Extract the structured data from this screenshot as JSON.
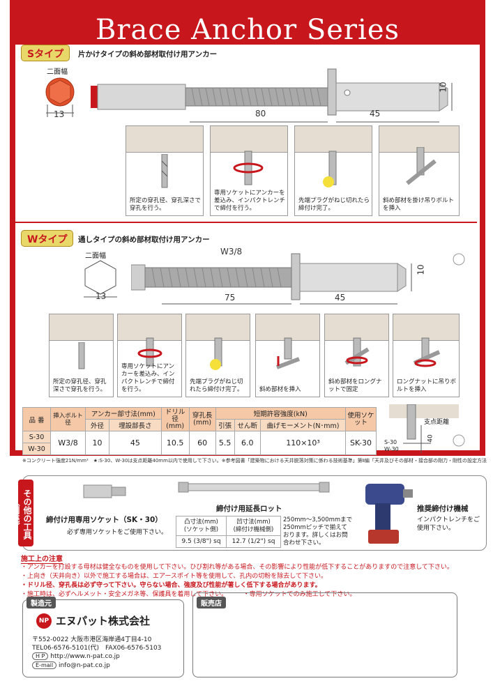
{
  "header": {
    "title": "Brace Anchor Series"
  },
  "s_type": {
    "tag": "Sタイプ",
    "subtitle": "片かけタイプの斜め部材取付け用アンカー",
    "hex_label": "二面幅",
    "dims": {
      "hex": "13",
      "length": "80",
      "tail": "45",
      "diameter": "10"
    },
    "steps": [
      "所定の穿孔径、穿孔深さで穿孔を行う。",
      "専用ソケットにアンカーを差込み、インパクトレンチで締付を行う。",
      "先端プラグがねじ切れたら締付け完了。",
      "斜め部材を掛け吊りボルトを挿入"
    ]
  },
  "w_type": {
    "tag": "Wタイプ",
    "subtitle": "通しタイプの斜め部材取付け用アンカー",
    "hex_label": "二面幅",
    "dims": {
      "hex": "13",
      "thread": "W3/8",
      "length": "75",
      "tail": "45",
      "diameter": "10"
    },
    "steps": [
      "所定の穿孔径、穿孔深さで穿孔を行う。",
      "専用ソケットにアンカーを差込み、インパクトレンチで締付を行う。",
      "先端プラグがねじ切れたら締付け完了。",
      "斜め部材を挿入",
      "斜め部材をロングナットで固定",
      "ロングナットに吊りボルトを挿入"
    ]
  },
  "spec_table": {
    "headers": {
      "product": "品 番",
      "bolt": "挿入ボルト径",
      "anchor_dims": "アンカー部寸法(mm)",
      "outer": "外径",
      "embed": "埋設部長さ",
      "drill": "ドリル径(mm)",
      "depth": "穿孔長(mm)",
      "strength": "短期許容強度(kN)",
      "tension": "引張",
      "shear": "せん断",
      "moment": "曲げモーメント(N･mm)",
      "socket": "使用ソケット"
    },
    "rows": [
      "S-30",
      "W-30"
    ],
    "values": {
      "bolt": "W3/8",
      "outer": "10",
      "embed": "45",
      "drill": "10.5",
      "depth": "60",
      "tension": "5.5",
      "shear": "6.0",
      "moment": "110×10³",
      "socket": "SK-30"
    },
    "fulcrum": {
      "label": "支点距離",
      "models": "S-30\nW-30",
      "distance": "40"
    },
    "footnote": "※コンクリート強度21N/mm²　★:S-30、W-30は支点距離40mm以内で使用して下さい。※参考図書「建築物における天井脱落対策に係わる技術基準」第Ⅱ編「天井及びその部材・接合部の剛力・剛性の設定方法」"
  },
  "tools": {
    "side_label": "その他の工具（別売）",
    "socket": {
      "title": "締付け用専用ソケット（SK・30）",
      "desc": "必ず専用ソケットをご使用下さい。"
    },
    "rod": {
      "title": "締付け用延長ロット",
      "col1": "凸寸法(mm)\n(ソケット側)",
      "col2": "凹寸法(mm)\n(締付け機械側)",
      "val1": "9.5 (3/8\") sq",
      "val2": "12.7 (1/2\") sq",
      "note": "250mm〜3,500mmまで250mmピッチで揃えております。詳しくはお問合わせ下さい。"
    },
    "machine": {
      "title": "推奨締付け機械",
      "desc": "インパクトレンチをご使用下さい。"
    }
  },
  "notes": {
    "heading": "施工上の注意",
    "items": [
      "・アンカーを打設する母材は健全なものを使用して下さい。ひび割れ等がある場合、その影響により性能が低下することがありますので注意して下さい。",
      "・上向き（天井向き）以外で施工する場合は、エアースポイト等を使用して、孔内の切粉を除去して下さい。",
      "・ドリル径、穿孔長は必ず守って下さい。守らない場合、強度及び性能が著しく低下する場合があります。",
      "・施工時は、必ずヘルメット・安全メガネ等、保護具を着用して下さい。　　　・専用ソケットでのみ施工して下さい。"
    ]
  },
  "manufacturer": {
    "label": "製造元",
    "company": "エヌパット株式会社",
    "logo_text": "NP",
    "address": "〒552-0022 大阪市港区海岸通4丁目4-10",
    "tel": "TEL06-6576-5101(代)　FAX06-6576-5103",
    "hp_label": "H P",
    "hp": "http://www.n-pat.co.jp",
    "mail_label": "E-mail",
    "mail": "info@n-pat.co.jp"
  },
  "dealer": {
    "label": "販売店"
  }
}
